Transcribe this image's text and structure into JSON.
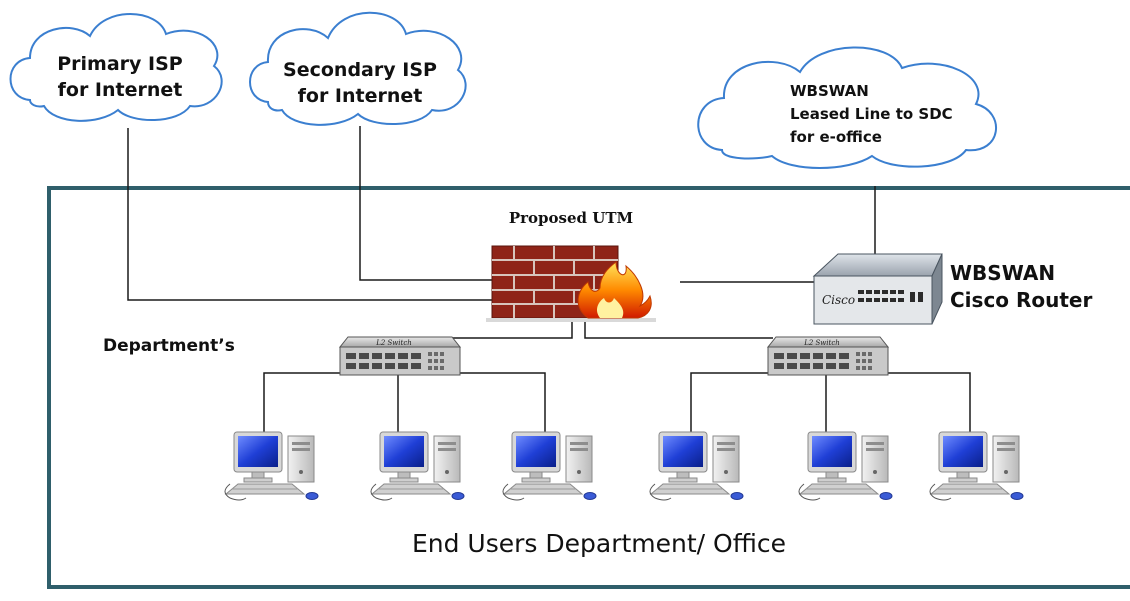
{
  "clouds": {
    "primary_line1": "Primary ISP",
    "primary_line2": "for Internet",
    "secondary_line1": "Secondary ISP",
    "secondary_line2": "for Internet",
    "wbswan_line1": "WBSWAN",
    "wbswan_line2": "Leased Line to SDC",
    "wbswan_line3": "for e-office"
  },
  "utm_label": "Proposed UTM",
  "router": {
    "label_line1": "WBSWAN",
    "label_line2": "Cisco Router",
    "brand": "Cisco"
  },
  "department_label": "Department’s",
  "switch_label": "L2 Switch",
  "footer_label": "End Users Department/ Office",
  "colors": {
    "frame": "#2f5f6b",
    "cloud_stroke": "#3b7fd0",
    "line": "#1a1a1a",
    "monitor_screen": "#1f3fd6"
  },
  "icons": {
    "firewall": "firewall-icon",
    "router": "router-icon",
    "switch": "switch-icon",
    "computer": "desktop-computer-icon"
  }
}
